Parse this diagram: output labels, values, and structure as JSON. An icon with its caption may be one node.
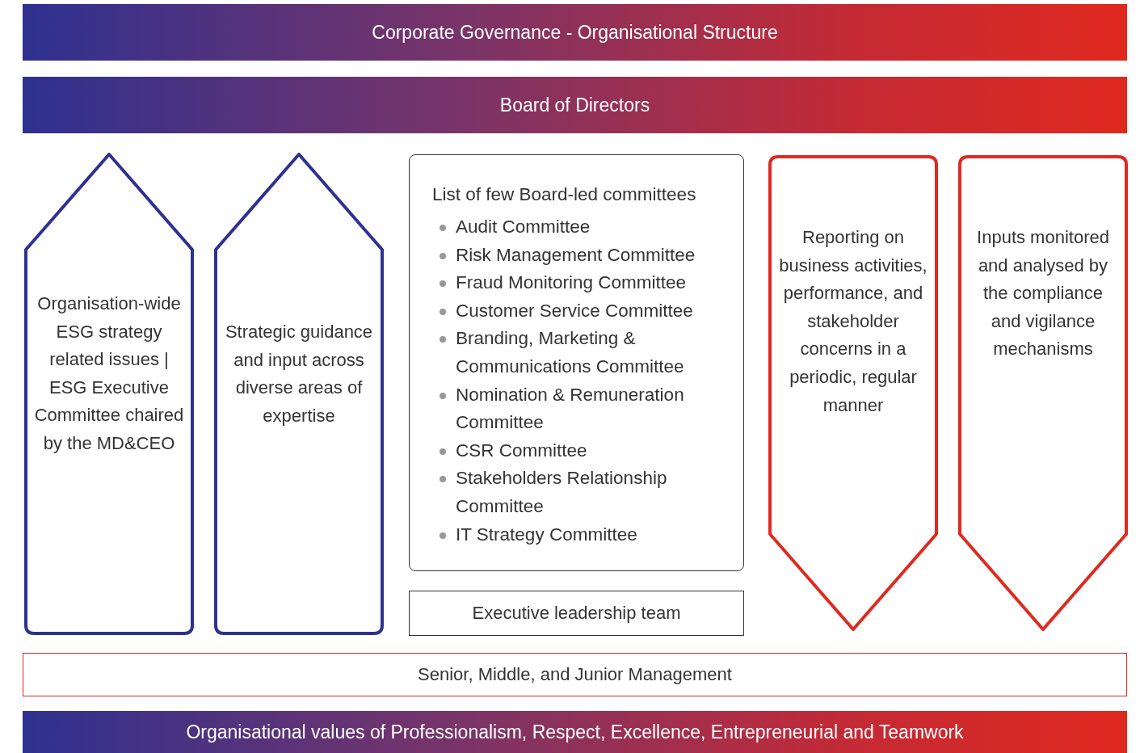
{
  "diagram": {
    "nodes": [
      {
        "text": [
          "Corporate Governance - Organisational Structure"
        ]
      },
      {
        "text": [
          "Board of Directors"
        ]
      },
      {
        "text": [
          "Organisation-wide ESG strategy related issues | ESG Executive Committee chaired by the MD&CEO"
        ]
      },
      {
        "text": [
          "Strategic guidance and input across diverse areas of expertise"
        ]
      },
      {
        "text": [
          "List of few Board-led committees",
          "Audit Committee",
          "Risk Management Committee",
          "Fraud Monitoring Committee",
          "Customer Service Committee",
          "Branding, Marketing & Communications Committee",
          "Nomination & Remuneration Committee",
          "CSR Committee",
          "Stakeholders Relationship Committee",
          "IT Strategy Committee"
        ]
      },
      {
        "text": [
          "Executive leadership team"
        ]
      },
      {
        "text": [
          "Reporting on business activities, performance, and stakeholder concerns in a periodic, regular manner"
        ]
      },
      {
        "text": [
          "Inputs monitored and analysed by the compliance and vigilance mechanisms"
        ]
      },
      {
        "text": [
          "Senior, Middle, and Junior Management"
        ]
      },
      {
        "text": [
          "Organisational values of Professionalism, Respect, Excellence, Entrepreneurial and Teamwork"
        ]
      }
    ]
  }
}
